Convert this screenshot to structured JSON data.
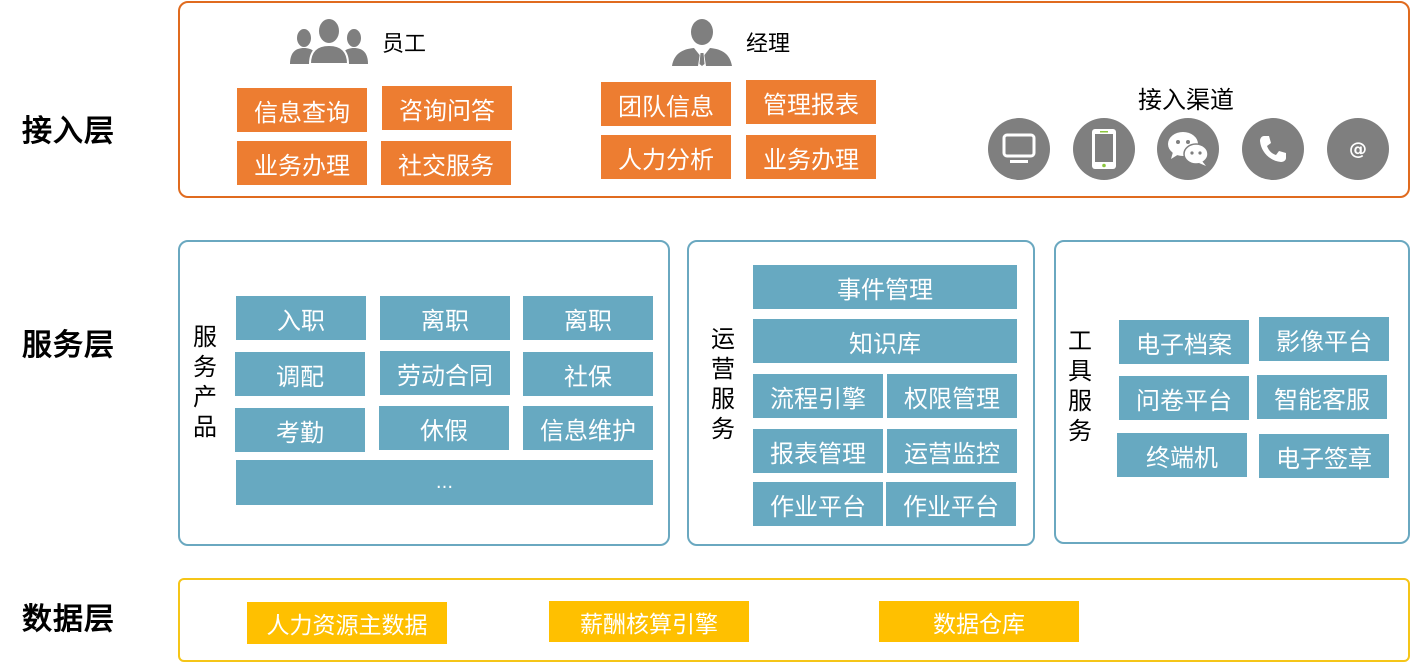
{
  "layers": {
    "access": "接入层",
    "service": "服务层",
    "data": "数据层"
  },
  "access_layer": {
    "employee": {
      "title": "员工",
      "icon": "group-users-icon",
      "items": [
        "信息查询",
        "咨询问答",
        "业务办理",
        "社交服务"
      ]
    },
    "manager": {
      "title": "经理",
      "icon": "manager-icon",
      "items": [
        "团队信息",
        "管理报表",
        "人力分析",
        "业务办理"
      ]
    },
    "channels": {
      "title": "接入渠道",
      "icons": [
        "desktop-icon",
        "mobile-phone-icon",
        "wechat-icon",
        "telephone-icon",
        "email-at-icon"
      ],
      "at_symbol": "@"
    }
  },
  "service_layer": {
    "products": {
      "title": "服务产品",
      "items": [
        "入职",
        "离职",
        "离职",
        "调配",
        "劳动合同",
        "社保",
        "考勤",
        "休假",
        "信息维护"
      ],
      "more": "..."
    },
    "operations": {
      "title": "运营服务",
      "items": [
        "事件管理",
        "知识库",
        "流程引擎",
        "权限管理",
        "报表管理",
        "运营监控",
        "作业平台",
        "作业平台"
      ]
    },
    "tools": {
      "title": "工具服务",
      "items": [
        "电子档案",
        "影像平台",
        "问卷平台",
        "智能客服",
        "终端机",
        "电子签章"
      ]
    }
  },
  "data_layer": {
    "items": [
      "人力资源主数据",
      "薪酬核算引擎",
      "数据仓库"
    ]
  },
  "colors": {
    "access_border": "#e06b1f",
    "access_box": "#ed7d31",
    "service_border": "#6aa8c0",
    "service_box": "#67a9c1",
    "data_border": "#f5c518",
    "data_box": "#ffc000",
    "icon_gray": "#7f7f7f"
  }
}
